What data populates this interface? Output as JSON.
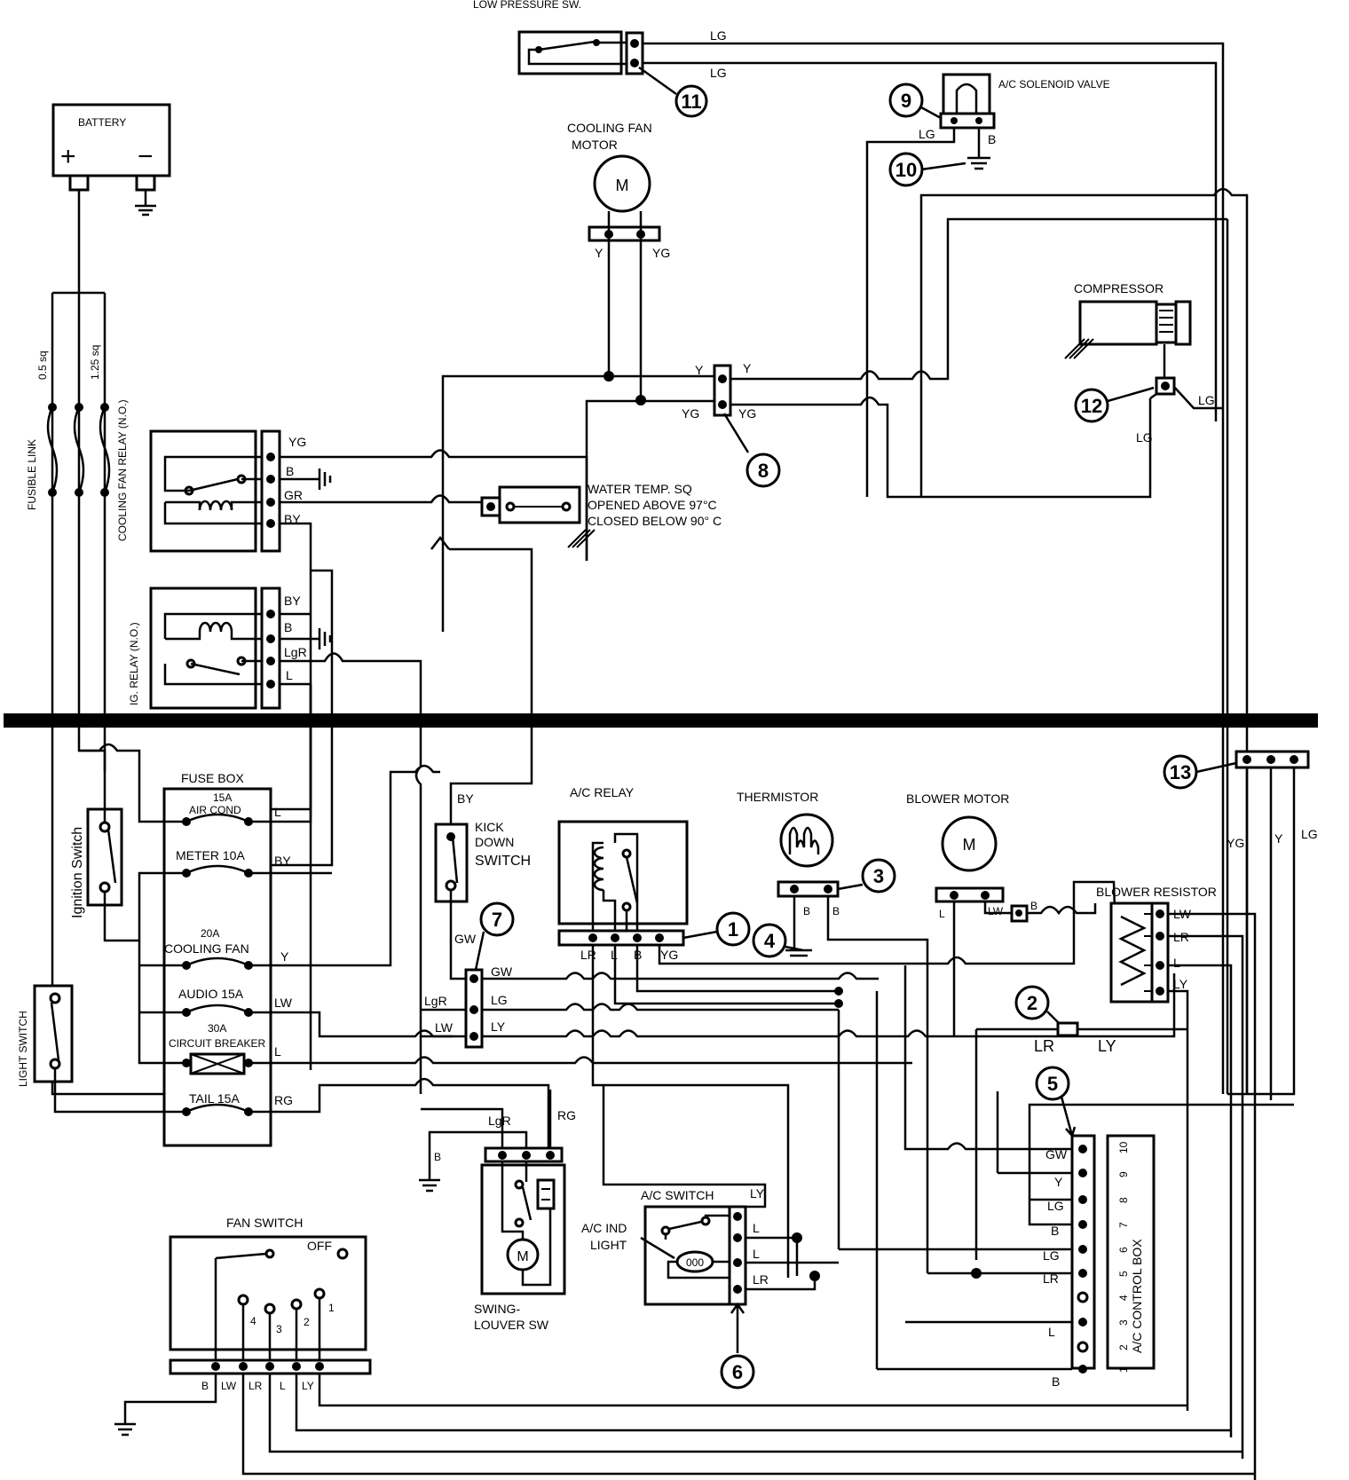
{
  "components": {
    "low_pressure_sw": "LOW PRESSURE SW.",
    "battery": "BATTERY",
    "battery_plus": "+",
    "battery_minus": "−",
    "cooling_fan_motor_1": "COOLING FAN",
    "cooling_fan_motor_2": "MOTOR",
    "ac_solenoid_valve": "A/C SOLENOID VALVE",
    "compressor": "COMPRESSOR",
    "fusible_link": "FUSIBLE LINK",
    "link_05": "0.5 sq",
    "link_125": "1.25 sq",
    "cooling_fan_relay": "COOLING FAN RELAY (N.O.)",
    "ig_relay": "IG. RELAY (N.O.)",
    "water_temp_1": "WATER TEMP. SQ",
    "water_temp_2": "OPENED ABOVE 97°C",
    "water_temp_3": "CLOSED BELOW 90° C",
    "fuse_box": "FUSE BOX",
    "fuse_ac_1": "15A",
    "fuse_ac_2": "AIR COND",
    "fuse_meter": "METER 10A",
    "fuse_fan_1": "20A",
    "fuse_fan_2": "COOLING FAN",
    "fuse_audio": "AUDIO 15A",
    "fuse_cb_1": "30A",
    "fuse_cb_2": "CIRCUIT BREAKER",
    "fuse_tail": "TAIL 15A",
    "ignition_switch": "Ignition Switch",
    "light_switch": "LIGHT SWITCH",
    "kick_down_1": "KICK",
    "kick_down_2": "DOWN",
    "kick_down_3": "SWITCH",
    "ac_relay": "A/C RELAY",
    "thermistor": "THERMISTOR",
    "blower_motor": "BLOWER MOTOR",
    "blower_resistor": "BLOWER RESISTOR",
    "motor_m": "M",
    "swing_louver_1": "SWING-",
    "swing_louver_2": "LOUVER SW",
    "ac_switch": "A/C SWITCH",
    "ac_ind_1": "A/C IND",
    "ac_ind_2": "LIGHT",
    "ac_control_box": "A/C CONTROL BOX",
    "fan_switch": "FAN SWITCH",
    "fan_off": "OFF"
  },
  "callouts": [
    "1",
    "2",
    "3",
    "4",
    "5",
    "6",
    "7",
    "8",
    "9",
    "10",
    "11",
    "12",
    "13"
  ],
  "wire_codes": {
    "LG": "LG",
    "Y": "Y",
    "YG": "YG",
    "B": "B",
    "GR": "GR",
    "BY": "BY",
    "LgR": "LgR",
    "L": "L",
    "LW": "LW",
    "RG": "RG",
    "GW": "GW",
    "LR": "LR",
    "LY": "LY"
  },
  "fan_positions": [
    "4",
    "3",
    "2",
    "1"
  ],
  "control_box_pins": [
    "10",
    "9",
    "8",
    "7",
    "6",
    "5",
    "4",
    "3",
    "2",
    "1"
  ]
}
